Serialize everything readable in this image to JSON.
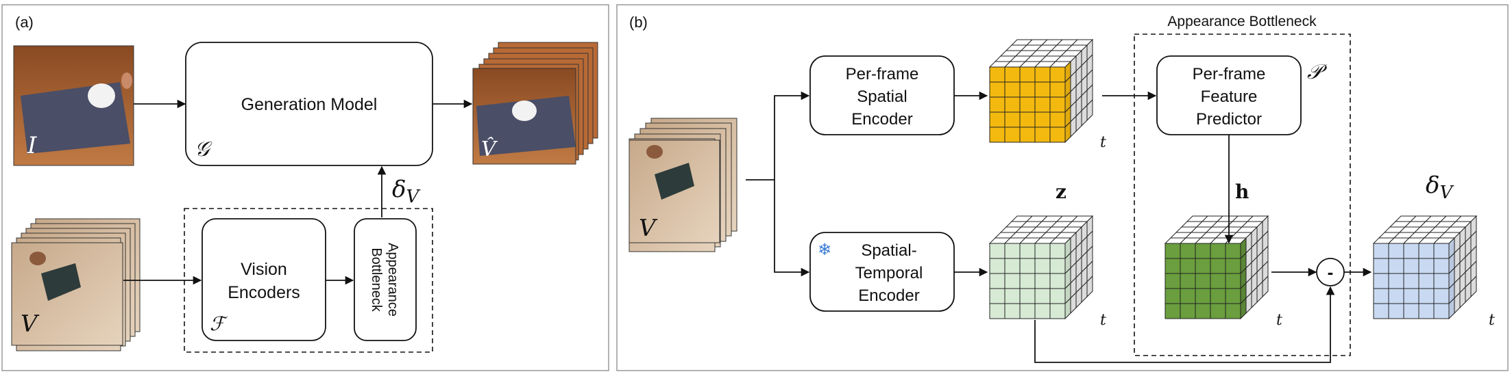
{
  "panel_a": {
    "label": "(a)",
    "input_image_symbol": "I",
    "generation_model_label": "Generation Model",
    "generation_model_symbol": "𝒢",
    "output_video_symbol": "V̂",
    "delta_label": "δ",
    "delta_sub": "V",
    "input_video_symbol": "V",
    "vision_encoders_line1": "Vision",
    "vision_encoders_line2": "Encoders",
    "vision_encoders_symbol": "ℱ",
    "appearance_bottleneck_line1": "Appearance",
    "appearance_bottleneck_line2": "Bottleneck"
  },
  "panel_b": {
    "label": "(b)",
    "input_video_symbol": "V",
    "spatial_encoder_line1": "Per-frame",
    "spatial_encoder_line2": "Spatial",
    "spatial_encoder_line3": "Encoder",
    "st_encoder_line1": "Spatial-",
    "st_encoder_line2": "Temporal",
    "st_encoder_line3": "Encoder",
    "frozen_icon": "❄",
    "appearance_bottleneck_title": "Appearance Bottleneck",
    "predictor_line1": "Per-frame",
    "predictor_line2": "Feature",
    "predictor_line3": "Predictor",
    "predictor_symbol": "𝒫",
    "z_label": "z",
    "h_label": "h",
    "t_label": "t",
    "minus_label": "-",
    "delta_label": "δ",
    "delta_sub": "V"
  },
  "colors": {
    "yellow_cube": "#f3b90f",
    "green_light_cube": "#d6ead4",
    "green_dark_cube": "#6a9e3e",
    "blue_cube": "#c9d9f2",
    "frame_table": "#a36a3c",
    "frame_wall": "#e3cdb4"
  }
}
